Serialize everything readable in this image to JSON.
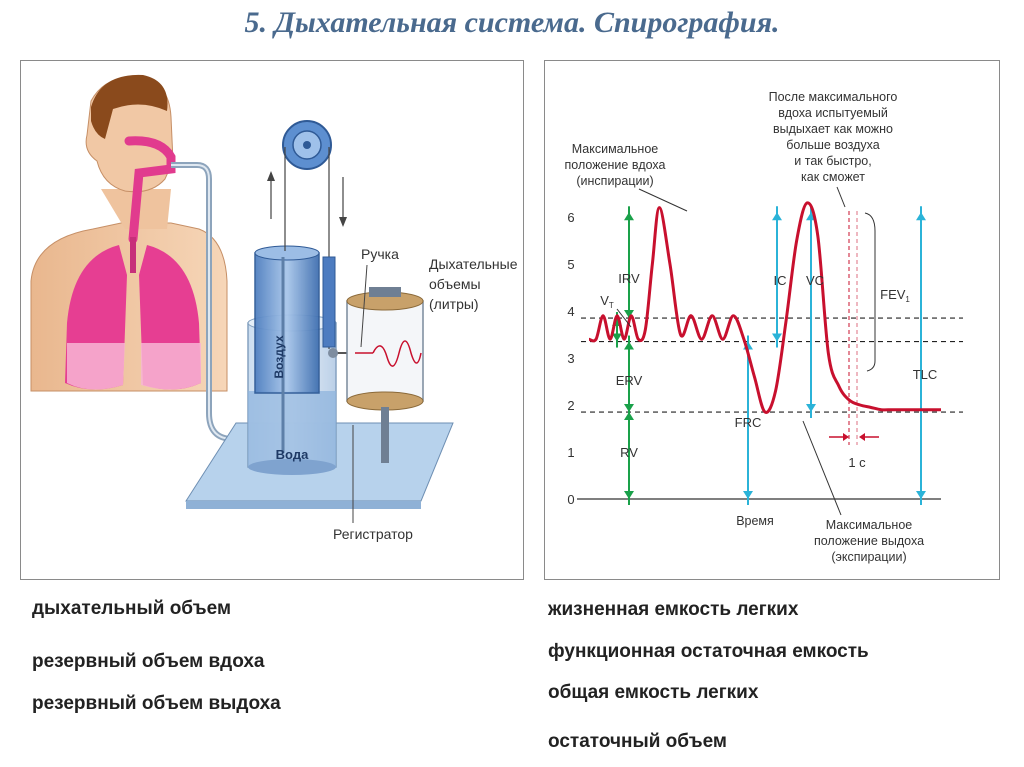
{
  "title": "5. Дыхательная система. Спирография.",
  "apparatus": {
    "label_air": "Воздух",
    "label_water": "Вода",
    "label_pen": "Ручка",
    "label_volumes": [
      "Дыхательные",
      "объемы",
      "(литры)"
    ],
    "label_recorder": "Регистратор"
  },
  "chart_data": {
    "type": "line",
    "title": "",
    "xlabel": "Время",
    "ylabel": "",
    "ylim": [
      0,
      6
    ],
    "yticks": [
      "0",
      "1",
      "2",
      "3",
      "4",
      "5",
      "6"
    ],
    "series": [
      {
        "x": [
          0,
          2,
          4,
          6,
          8,
          10,
          12,
          14,
          16,
          18,
          20,
          23,
          26,
          29,
          32,
          35,
          38,
          41,
          44,
          47,
          50,
          53,
          56,
          59,
          62,
          65,
          68,
          71,
          74,
          77,
          80,
          83,
          86,
          89,
          92,
          95,
          98,
          100
        ],
        "y": [
          3.4,
          3.4,
          3.9,
          3.4,
          3.9,
          3.4,
          3.9,
          3.4,
          3.6,
          5.0,
          6.2,
          5.0,
          3.5,
          3.9,
          3.4,
          3.9,
          3.4,
          3.9,
          3.4,
          2.6,
          1.85,
          2.3,
          3.8,
          5.5,
          6.3,
          5.6,
          3.1,
          2.4,
          2.1,
          2.0,
          1.95,
          1.9,
          1.9,
          1.9,
          1.9,
          1.9,
          1.9,
          1.9
        ]
      }
    ],
    "reference_lines": [
      3.85,
      3.35,
      1.85
    ],
    "annotations": {
      "max_inspiration": [
        "Максимальное",
        "положение вдоха",
        "(инспирации)"
      ],
      "after_max": [
        "После максимального",
        "вдоха испытуемый",
        "выдыхает как можно",
        "больше воздуха",
        "и так быстро,",
        "как сможет"
      ],
      "max_expiration": [
        "Максимальное",
        "положение выдоха",
        "(экспирации)"
      ],
      "vt": "V",
      "vt_sub": "T",
      "irv": "IRV",
      "erv": "ERV",
      "rv": "RV",
      "frc": "FRC",
      "ic": "IC",
      "vc": "VC",
      "fev": "FEV",
      "fev_sub": "1",
      "tlc": "TLC",
      "one_sec": "1 с"
    },
    "colors": {
      "curve": "#c8102e",
      "arrows": "#2bb3d8",
      "arrows_green": "#1aa14a"
    }
  },
  "captions": {
    "left": [
      "дыхательный объем",
      "резервный объем вдоха",
      "резервный объем выдоха"
    ],
    "right": [
      "жизненная емкость легких",
      "функционная остаточная емкость",
      "общая емкость легких",
      "остаточный объем"
    ]
  }
}
